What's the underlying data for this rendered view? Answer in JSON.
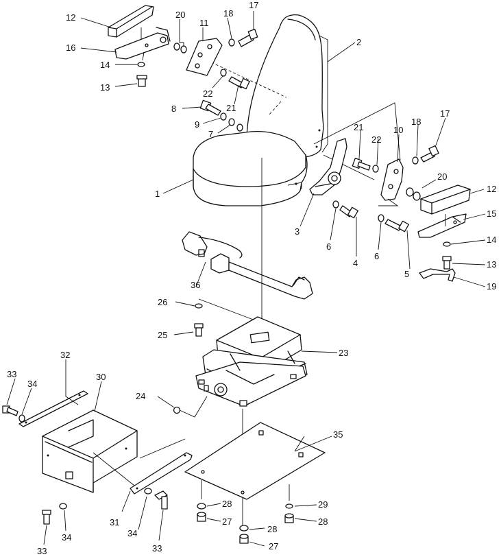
{
  "callouts": [
    {
      "id": "c1",
      "text": "1"
    },
    {
      "id": "c2",
      "text": "2"
    },
    {
      "id": "c3",
      "text": "3"
    },
    {
      "id": "c4",
      "text": "4"
    },
    {
      "id": "c5",
      "text": "5"
    },
    {
      "id": "c6a",
      "text": "6"
    },
    {
      "id": "c6b",
      "text": "6"
    },
    {
      "id": "c7",
      "text": "7"
    },
    {
      "id": "c8",
      "text": "8"
    },
    {
      "id": "c9",
      "text": "9"
    },
    {
      "id": "c10",
      "text": "10"
    },
    {
      "id": "c11",
      "text": "11"
    },
    {
      "id": "c12a",
      "text": "12"
    },
    {
      "id": "c12b",
      "text": "12"
    },
    {
      "id": "c13a",
      "text": "13"
    },
    {
      "id": "c13b",
      "text": "13"
    },
    {
      "id": "c14a",
      "text": "14"
    },
    {
      "id": "c14b",
      "text": "14"
    },
    {
      "id": "c15",
      "text": "15"
    },
    {
      "id": "c16",
      "text": "16"
    },
    {
      "id": "c17a",
      "text": "17"
    },
    {
      "id": "c17b",
      "text": "17"
    },
    {
      "id": "c18a",
      "text": "18"
    },
    {
      "id": "c18b",
      "text": "18"
    },
    {
      "id": "c19",
      "text": "19"
    },
    {
      "id": "c20a",
      "text": "20"
    },
    {
      "id": "c20b",
      "text": "20"
    },
    {
      "id": "c21a",
      "text": "21"
    },
    {
      "id": "c21b",
      "text": "21"
    },
    {
      "id": "c22a",
      "text": "22"
    },
    {
      "id": "c22b",
      "text": "22"
    },
    {
      "id": "c23",
      "text": "23"
    },
    {
      "id": "c24",
      "text": "24"
    },
    {
      "id": "c25",
      "text": "25"
    },
    {
      "id": "c26",
      "text": "26"
    },
    {
      "id": "c27a",
      "text": "27"
    },
    {
      "id": "c27b",
      "text": "27"
    },
    {
      "id": "c28a",
      "text": "28"
    },
    {
      "id": "c28b",
      "text": "28"
    },
    {
      "id": "c28c",
      "text": "28"
    },
    {
      "id": "c29",
      "text": "29"
    },
    {
      "id": "c30",
      "text": "30"
    },
    {
      "id": "c31",
      "text": "31"
    },
    {
      "id": "c32",
      "text": "32"
    },
    {
      "id": "c33a",
      "text": "33"
    },
    {
      "id": "c33b",
      "text": "33"
    },
    {
      "id": "c33c",
      "text": "33"
    },
    {
      "id": "c34a",
      "text": "34"
    },
    {
      "id": "c34b",
      "text": "34"
    },
    {
      "id": "c34c",
      "text": "34"
    },
    {
      "id": "c35",
      "text": "35"
    },
    {
      "id": "c36",
      "text": "36"
    }
  ]
}
